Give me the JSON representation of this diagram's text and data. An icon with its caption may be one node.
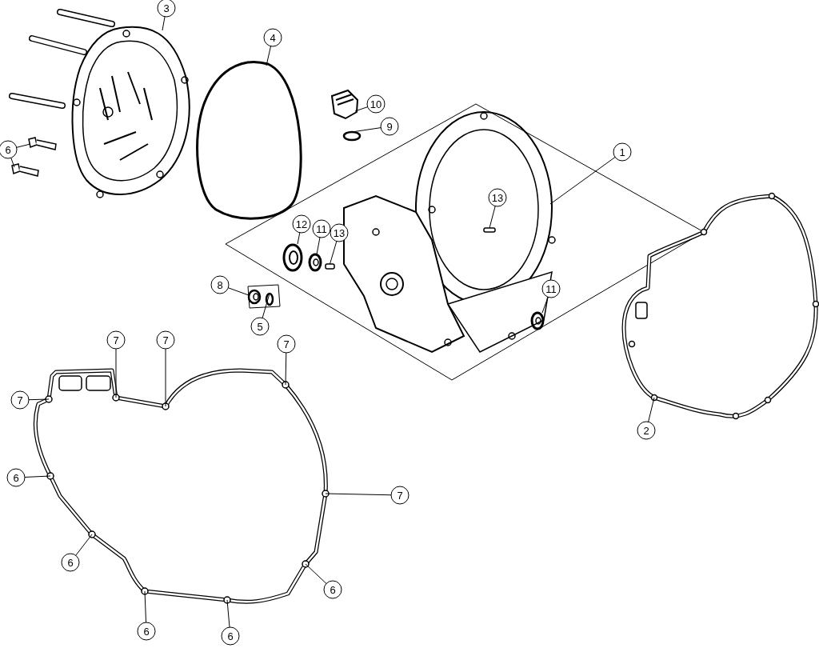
{
  "diagram": {
    "nodes": [
      {
        "text": [
          "3"
        ]
      },
      {
        "text": [],
        "shape": "picture"
      },
      {
        "text": [
          "4"
        ]
      },
      {
        "text": [],
        "shape": "picture"
      },
      {
        "text": [
          "10"
        ]
      },
      {
        "text": [],
        "shape": "picture"
      },
      {
        "text": [
          "9"
        ]
      },
      {
        "text": [],
        "shape": "circle"
      },
      {
        "text": [
          "1"
        ]
      },
      {
        "text": [],
        "shape": "picture"
      },
      {
        "text": [
          "13"
        ],
        "in": 9
      },
      {
        "text": [],
        "shape": "box",
        "in": 9
      },
      {
        "text": [
          "12"
        ]
      },
      {
        "text": [],
        "shape": "picture"
      },
      {
        "text": [
          "11"
        ]
      },
      {
        "text": [],
        "shape": "picture"
      },
      {
        "text": [
          "13"
        ]
      },
      {
        "text": [],
        "shape": "box"
      },
      {
        "text": [
          "6"
        ]
      },
      {
        "text": [],
        "shape": "picture"
      },
      {
        "text": [],
        "shape": "picture"
      },
      {
        "text": [
          "8"
        ]
      },
      {
        "text": [],
        "shape": "picture"
      },
      {
        "text": [
          "5"
        ]
      },
      {
        "text": [],
        "shape": "circle"
      },
      {
        "text": [
          "11"
        ]
      },
      {
        "text": [],
        "shape": "picture"
      },
      {
        "text": [
          "2"
        ]
      },
      {
        "text": [],
        "shape": "picture"
      },
      {
        "text": [],
        "shape": "picture"
      },
      {
        "text": [
          "7"
        ]
      },
      {
        "text": [
          "7"
        ]
      },
      {
        "text": [
          "7"
        ]
      },
      {
        "text": [
          "7"
        ]
      },
      {
        "text": [
          "6"
        ]
      },
      {
        "text": [
          "7"
        ]
      },
      {
        "text": [
          "6"
        ]
      },
      {
        "text": [
          "6"
        ]
      },
      {
        "text": [
          "6"
        ]
      },
      {
        "text": [
          "6"
        ]
      }
    ],
    "edges": [
      {
        "from": 0,
        "to": 1,
        "arrow": "none"
      },
      {
        "from": 2,
        "to": 3,
        "arrow": "none"
      },
      {
        "from": 4,
        "to": 5,
        "arrow": "none"
      },
      {
        "from": 6,
        "to": 7,
        "arrow": "none"
      },
      {
        "from": 8,
        "to": 9,
        "arrow": "none"
      },
      {
        "from": 10,
        "to": 11,
        "arrow": "none"
      },
      {
        "from": 12,
        "to": 13,
        "arrow": "none"
      },
      {
        "from": 14,
        "to": 15,
        "arrow": "none"
      },
      {
        "from": 16,
        "to": 17,
        "arrow": "none"
      },
      {
        "from": 18,
        "to": 19,
        "arrow": "none"
      },
      {
        "from": 18,
        "to": 20,
        "arrow": "none"
      },
      {
        "from": 21,
        "to": 22,
        "arrow": "none"
      },
      {
        "from": 23,
        "to": 24,
        "arrow": "none"
      },
      {
        "from": 25,
        "to": 26,
        "arrow": "none"
      },
      {
        "from": 27,
        "to": 28,
        "arrow": "none"
      },
      {
        "from": 30,
        "to": 29,
        "arrow": "none"
      },
      {
        "from": 31,
        "to": 29,
        "arrow": "none"
      },
      {
        "from": 32,
        "to": 29,
        "arrow": "none"
      },
      {
        "from": 33,
        "to": 29,
        "arrow": "none"
      },
      {
        "from": 34,
        "to": 29,
        "arrow": "none"
      },
      {
        "from": 35,
        "to": 29,
        "arrow": "none"
      },
      {
        "from": 36,
        "to": 29,
        "arrow": "none"
      },
      {
        "from": 37,
        "to": 29,
        "arrow": "none"
      },
      {
        "from": 38,
        "to": 29,
        "arrow": "none"
      },
      {
        "from": 39,
        "to": 29,
        "arrow": "none"
      }
    ]
  }
}
